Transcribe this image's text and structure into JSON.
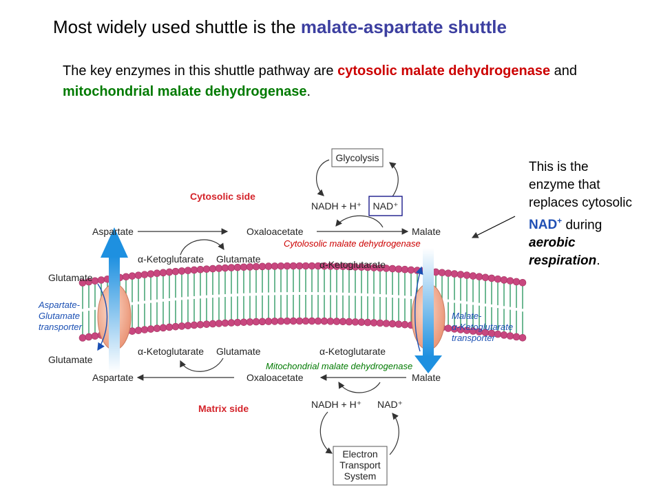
{
  "title": {
    "prefix": "Most widely used shuttle is the ",
    "highlight": "malate-aspartate shuttle"
  },
  "intro": {
    "part1": "The key enzymes in this shuttle pathway are ",
    "cytosolic_enzyme": "cytosolic malate dehydrogenase",
    "part2": " and ",
    "mito_enzyme": "mitochondrial malate dehydrogenase",
    "part3": "."
  },
  "note": {
    "part1": "This is the enzyme that replaces cytosolic ",
    "nad": "NAD",
    "nad_sup": "+",
    "part2": " during ",
    "aerobic": "aerobic",
    "respiration": "respiration",
    "part3": "."
  },
  "diagram": {
    "glycolysis": "Glycolysis",
    "cytosolic_side": "Cytosolic side",
    "matrix_side": "Matrix side",
    "nadh_top": "NADH + H⁺",
    "nad_top": "NAD⁺",
    "nadh_bottom": "NADH + H⁺",
    "nad_bottom": "NAD⁺",
    "aspartate_top": "Aspartate",
    "oxaloacetate_top": "Oxaloacetate",
    "malate_top": "Malate",
    "akg_top": "α-Ketoglutarate",
    "glutamate_top": "Glutamate",
    "akg_right_top": "α-Ketoglutarate",
    "glutamate_left_top": "Glutamate",
    "aspartate_bottom": "Aspartate",
    "oxaloacetate_bottom": "Oxaloacetate",
    "malate_bottom": "Malate",
    "akg_bottom": "α-Ketoglutarate",
    "glutamate_bottom": "Glutamate",
    "akg_right_bottom": "α-Ketoglutarate",
    "glutamate_left_bottom": "Glutamate",
    "asp_glu_transporter": [
      "Aspartate-",
      "Glutamate",
      "transporter"
    ],
    "mal_akg_transporter": [
      "Malate-",
      "α-Ketoglutarate",
      "transporter"
    ],
    "cytosolic_mdh": "Cytolosolic malate dehydrogenase",
    "mitochondrial_mdh": "Mitochondrial malate dehydrogenase",
    "ets": [
      "Electron",
      "Transport",
      "System"
    ]
  },
  "colors": {
    "title_highlight": "#3c3fa0",
    "red": "#cc0000",
    "green": "#007a00",
    "blue_note": "#1f4fb4",
    "membrane_head": "#c8477f",
    "membrane_tail": "#2f9a63",
    "transporter": "#f2b29a",
    "blue_arrow": "#1e90e0",
    "side_label": "#d4232a"
  }
}
